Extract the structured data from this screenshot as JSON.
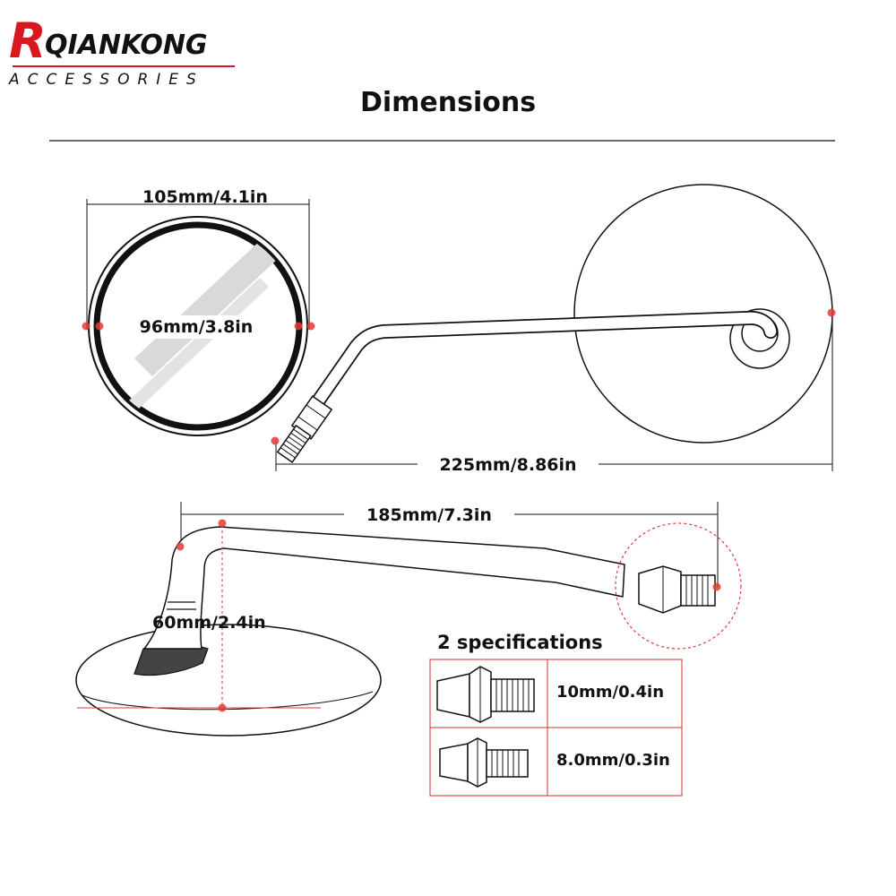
{
  "brand": {
    "initial": "R",
    "name": "QIANKONG",
    "tagline": "ACCESSORIES",
    "initial_color": "#d7191f",
    "name_color": "#111111"
  },
  "title": "Dimensions",
  "colors": {
    "line": "#111111",
    "marker": "#e53935",
    "table_border": "#d32f2f",
    "glass_stripe": "#d9d9d9"
  },
  "top_view": {
    "outer_diameter": "105mm/4.1in",
    "glass_diameter": "96mm/3.8in"
  },
  "side_view": {
    "overall_length": "225mm/8.86in"
  },
  "bottom_view": {
    "arm_length": "185mm/7.3in",
    "height": "60mm/2.4in"
  },
  "specs": {
    "title": "2 specifications",
    "rows": [
      {
        "label": "10mm/0.4in",
        "icon": "bolt-large-icon"
      },
      {
        "label": "8.0mm/0.3in",
        "icon": "bolt-small-icon"
      }
    ]
  }
}
